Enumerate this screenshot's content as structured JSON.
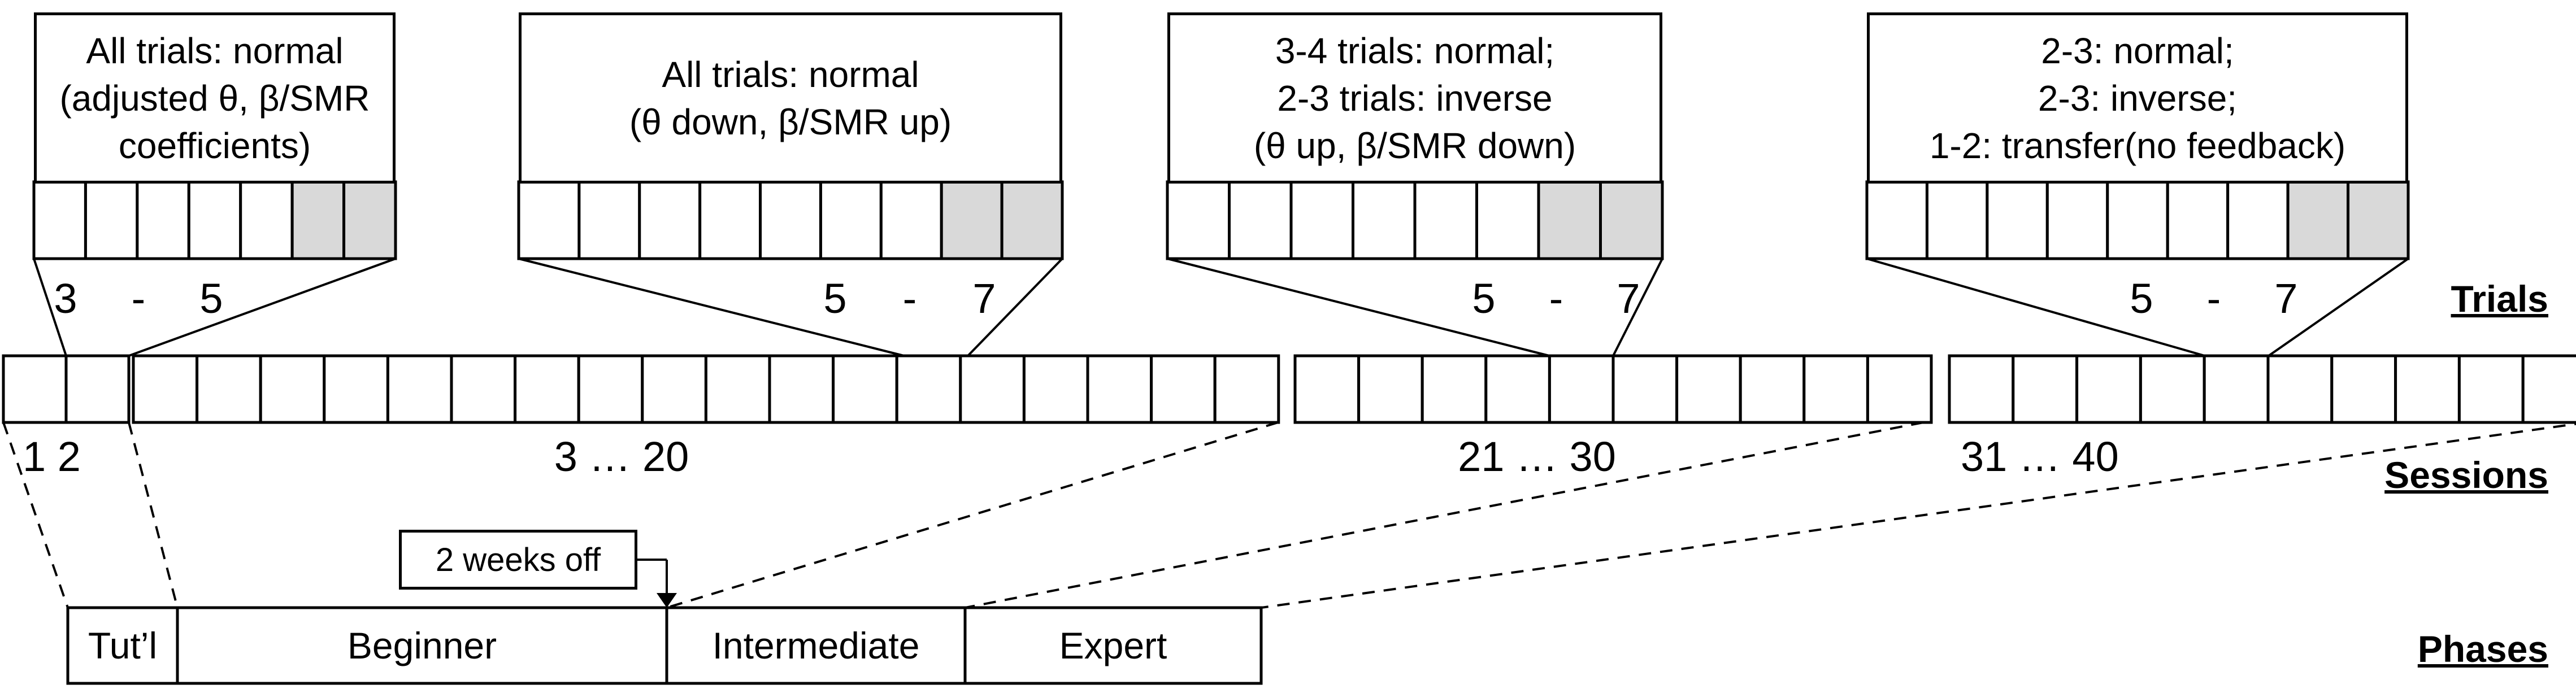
{
  "row_titles": {
    "trials": "Trials",
    "sessions": "Sessions",
    "phases": "Phases"
  },
  "trial_blocks": [
    {
      "lines": [
        "All trials: normal",
        "(adjusted θ, β/SMR",
        "coefficients)"
      ],
      "trial_range": {
        "from": "3",
        "dash": "-",
        "to": "5"
      },
      "trial_cells": 5,
      "transfer_cells": 2
    },
    {
      "lines": [
        "All trials: normal",
        "(θ down, β/SMR up)"
      ],
      "trial_range": {
        "from": "5",
        "dash": "-",
        "to": "7"
      },
      "trial_cells": 7,
      "transfer_cells": 2
    },
    {
      "lines": [
        "3-4 trials: normal;",
        "2-3 trials: inverse",
        "(θ up, β/SMR down)"
      ],
      "trial_range": {
        "from": "5",
        "dash": "-",
        "to": "7"
      },
      "trial_cells": 6,
      "transfer_cells": 2
    },
    {
      "lines": [
        "2-3: normal;",
        "2-3: inverse;",
        "1-2: transfer(no feedback)"
      ],
      "trial_range": {
        "from": "5",
        "dash": "-",
        "to": "7"
      },
      "trial_cells": 7,
      "transfer_cells": 2
    }
  ],
  "session_groups": [
    {
      "label": "1  2",
      "cells": 2
    },
    {
      "label": "3  … 20",
      "cells": 18
    },
    {
      "label": "21  … 30",
      "cells": 10
    },
    {
      "label": "31  … 40",
      "cells": 10
    }
  ],
  "phases": [
    {
      "label": "Tut’l"
    },
    {
      "label": "Beginner"
    },
    {
      "label": "Intermediate"
    },
    {
      "label": "Expert"
    }
  ],
  "break_note": "2 weeks off",
  "colors": {
    "stroke": "#000000",
    "transfer_fill": "#d9d9d9",
    "background": "#ffffff"
  }
}
